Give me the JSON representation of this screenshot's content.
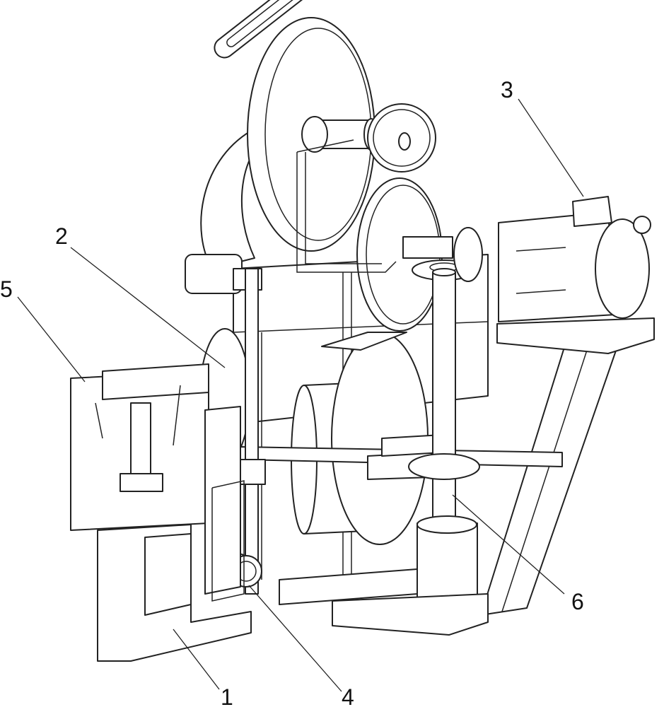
{
  "callouts": [
    {
      "id": "c1",
      "text": "1"
    },
    {
      "id": "c2",
      "text": "2"
    },
    {
      "id": "c3",
      "text": "3"
    },
    {
      "id": "c4",
      "text": "4"
    },
    {
      "id": "c5",
      "text": "5"
    },
    {
      "id": "c6",
      "text": "6"
    }
  ],
  "colors": {
    "line": "#222222",
    "fill": "#ffffff"
  }
}
